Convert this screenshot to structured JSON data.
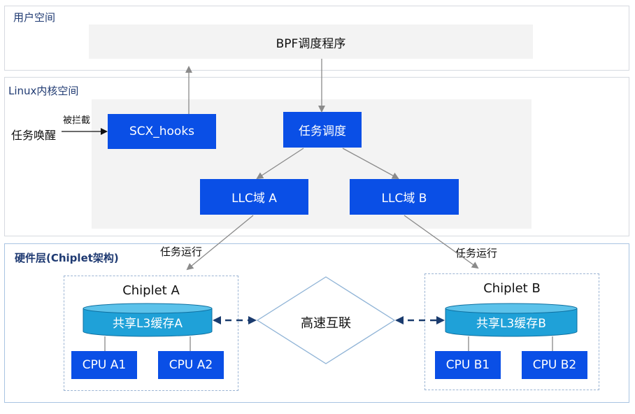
{
  "layers": {
    "user": {
      "label": "用户空间"
    },
    "kernel": {
      "label": "Linux内核空间"
    },
    "hardware": {
      "label": "硬件层(Chiplet架构)"
    }
  },
  "bpf": {
    "label": "BPF调度程序"
  },
  "scx_hooks": {
    "label": "SCX_hooks"
  },
  "task_sched": {
    "label": "任务调度"
  },
  "llc_a": {
    "label": "LLC域 A"
  },
  "llc_b": {
    "label": "LLC域 B"
  },
  "wake": {
    "label": "任务唤醒",
    "edge_label": "被拦截"
  },
  "run_a": {
    "label": "任务运行"
  },
  "run_b": {
    "label": "任务运行"
  },
  "chiplet_a": {
    "title": "Chiplet A",
    "cache": "共享L3缓存A",
    "cpus": [
      "CPU A1",
      "CPU A2"
    ]
  },
  "chiplet_b": {
    "title": "Chiplet B",
    "cache": "共享L3缓存B",
    "cpus": [
      "CPU B1",
      "CPU B2"
    ]
  },
  "interconnect": {
    "label": "高速互联"
  },
  "colors": {
    "box_blue": "#0a4fe6",
    "cache_cyan": "#1fa1d8",
    "layer_label": "#1f3a72",
    "dashed_link": "#1a3b6e",
    "arrow_gray": "#8a8a8a"
  }
}
